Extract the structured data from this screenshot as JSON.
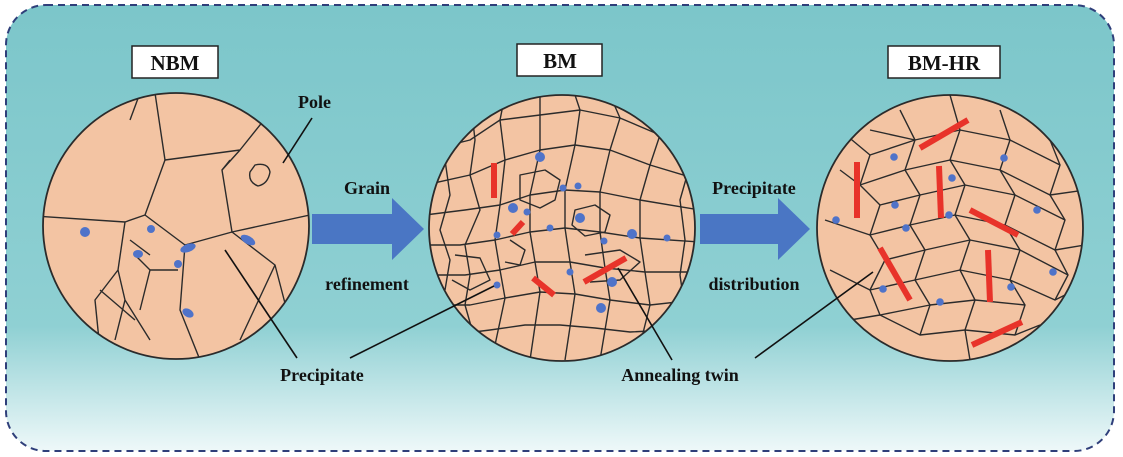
{
  "panels": {
    "nbm": {
      "title": "NBM"
    },
    "bm": {
      "title": "BM"
    },
    "bmhr": {
      "title": "BM-HR"
    }
  },
  "arrows": {
    "first": {
      "top": "Grain",
      "bottom": "refinement"
    },
    "second": {
      "top": "Precipitate",
      "bottom": "distribution"
    }
  },
  "annotations": {
    "pole": "Pole",
    "precipitate": "Precipitate",
    "annealing_twin": "Annealing twin"
  },
  "colors": {
    "background_top": "#7fc8cc",
    "background_bottom": "#eaf6f7",
    "grain_fill": "#f3c4a3",
    "precipitate": "#4f73c9",
    "twin": "#e8332a",
    "arrow": "#4a76c4",
    "frame_dash": "#2f3f7a"
  }
}
